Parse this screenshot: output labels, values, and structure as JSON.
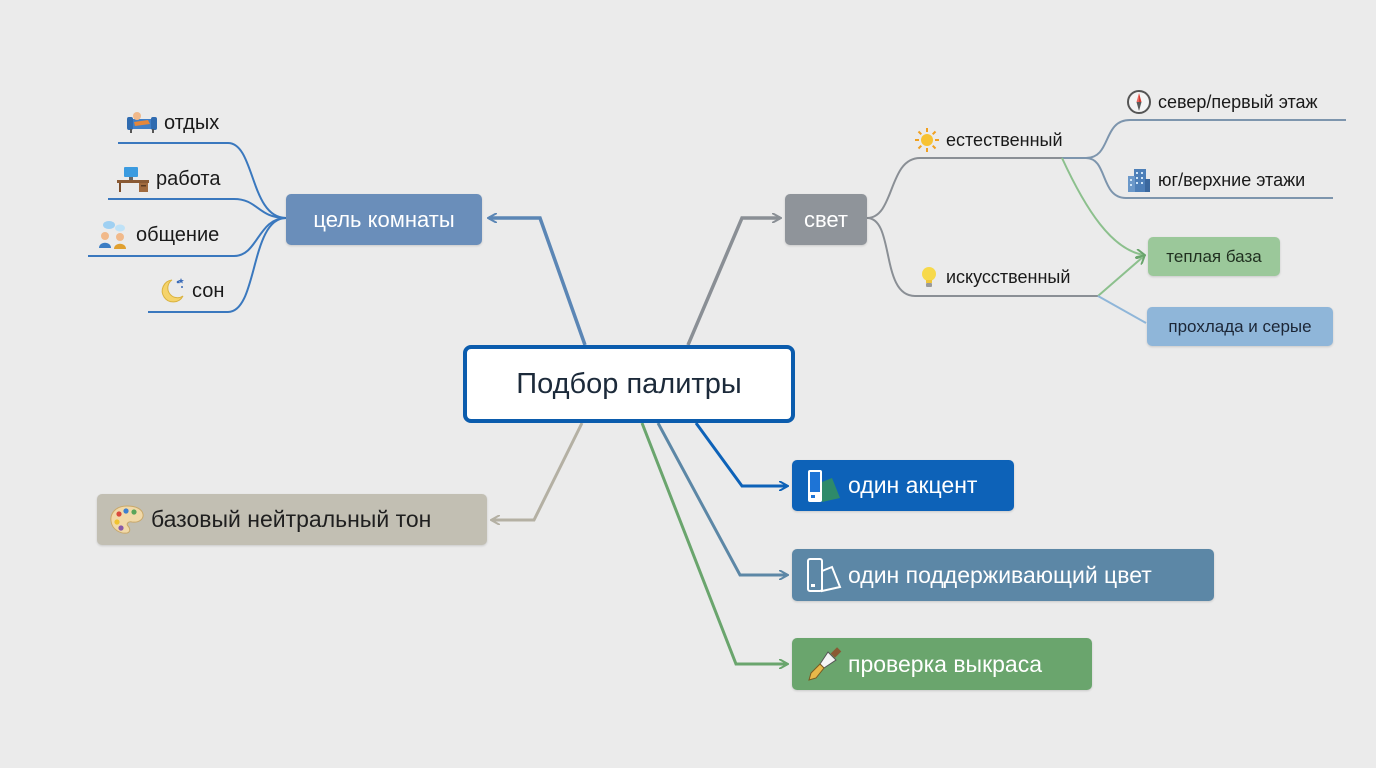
{
  "center": {
    "label": "Подбор палитры"
  },
  "purpose": {
    "label": "цель комнаты",
    "items": [
      {
        "label": "отдых",
        "icon": "sofa-icon"
      },
      {
        "label": "работа",
        "icon": "desk-icon"
      },
      {
        "label": "общение",
        "icon": "people-icon"
      },
      {
        "label": "сон",
        "icon": "moon-icon"
      }
    ]
  },
  "light": {
    "label": "свет",
    "natural": {
      "label": "естественный",
      "icon": "sun-icon"
    },
    "artificial": {
      "label": "искусственный",
      "icon": "bulb-icon"
    },
    "north": {
      "label": "север/первый этаж",
      "icon": "compass-icon"
    },
    "south": {
      "label": "юг/верхние этажи",
      "icon": "building-icon"
    },
    "warm": {
      "label": "теплая база"
    },
    "cool": {
      "label": "прохлада и серые"
    }
  },
  "neutral": {
    "label": "базовый нейтральный тон",
    "icon": "palette-icon"
  },
  "accent": {
    "label": "один акцент",
    "icon": "swatch-icon"
  },
  "support": {
    "label": "один поддерживающий цвет",
    "icon": "swatch-outline-icon"
  },
  "check": {
    "label": "проверка выкраса",
    "icon": "paintbrush-icon"
  },
  "colors": {
    "central_border": "#0b5cad",
    "purpose": "#6a8eba",
    "light": "#8f949a",
    "neutral": "#c2bfb3",
    "accent": "#0d62b8",
    "support": "#5c87a6",
    "check": "#6aa56d",
    "warm": "#9bc89a",
    "cool": "#8fb6d9"
  }
}
